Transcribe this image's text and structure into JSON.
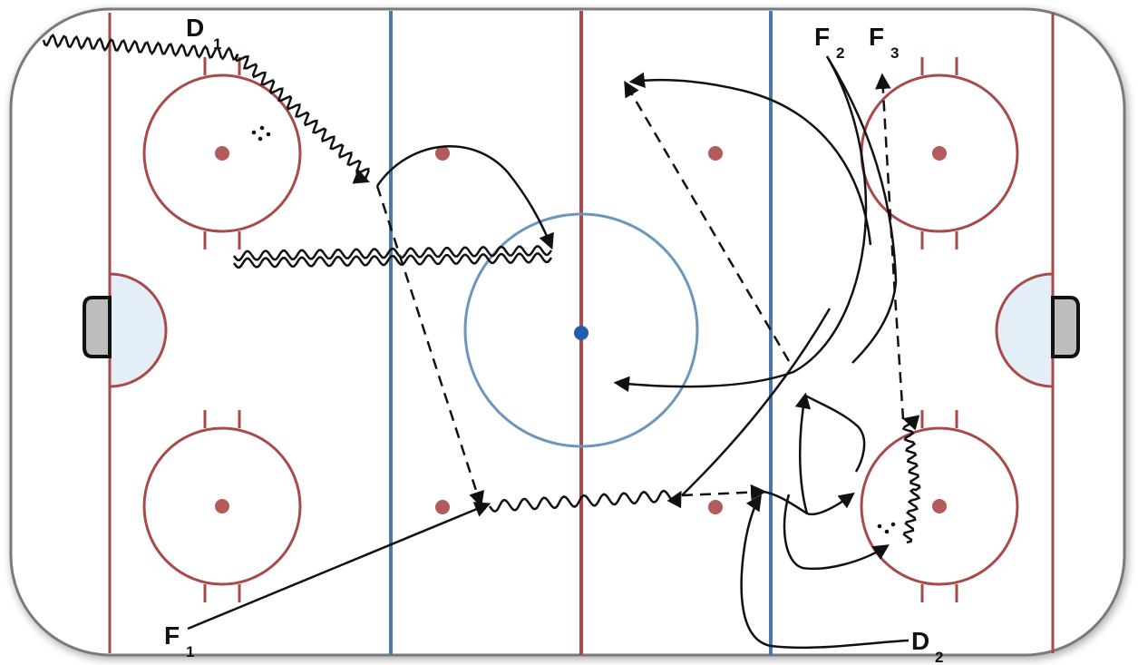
{
  "diagram": {
    "players": [
      {
        "id": "D1",
        "letter": "D",
        "sub": "1"
      },
      {
        "id": "D2",
        "letter": "D",
        "sub": "2"
      },
      {
        "id": "F1",
        "letter": "F",
        "sub": "1"
      },
      {
        "id": "F2",
        "letter": "F",
        "sub": "2"
      },
      {
        "id": "F3",
        "letter": "F",
        "sub": "3"
      }
    ],
    "colors": {
      "ice": "#ffffff",
      "boards": "#222222",
      "red_line": "#a84a4a",
      "blue_line": "#4d79a8",
      "faceoff_circle": "#a84a4a",
      "center_circle": "#6d96bd",
      "center_dot": "#1f5fb0",
      "faceoff_dot": "#b35a5a",
      "crease": "#e4eef6",
      "net": "#bdbdbd",
      "path": "#111111"
    }
  }
}
